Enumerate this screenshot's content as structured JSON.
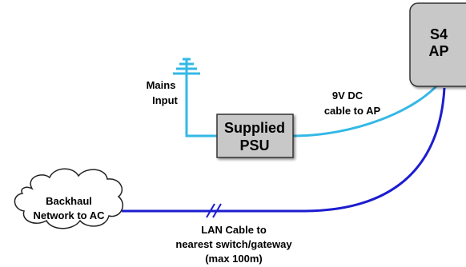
{
  "colors": {
    "dc_cable": "#33b8e6",
    "lan_cable": "#1c1cd0",
    "box_fill": "#c8c8c8",
    "box_stroke": "#333333",
    "text": "#000000"
  },
  "ap": {
    "line1": "S4",
    "line2": "AP"
  },
  "psu": {
    "line1": "Supplied",
    "line2": "PSU"
  },
  "mains": {
    "line1": "Mains",
    "line2": "Input"
  },
  "dc_cable_label": {
    "line1": "9V DC",
    "line2": "cable to AP"
  },
  "backhaul": {
    "line1": "Backhaul",
    "line2": "Network to AC"
  },
  "lan_cable_label": {
    "line1": "LAN Cable to",
    "line2": "nearest switch/gateway",
    "line3": "(max 100m)"
  }
}
